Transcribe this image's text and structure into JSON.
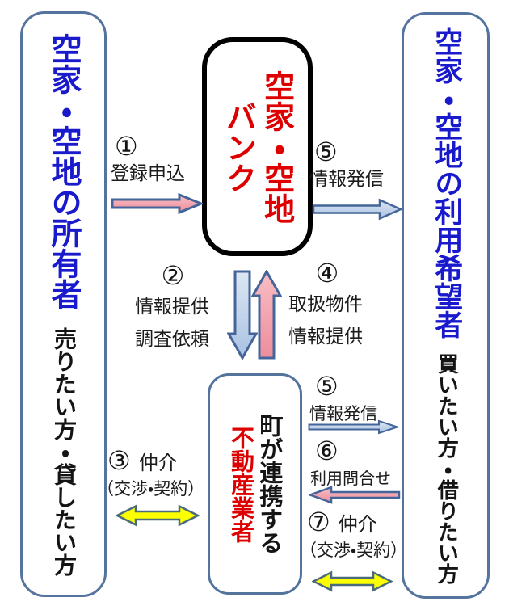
{
  "boxes": {
    "owner": {
      "title": "空家・空地の所有者",
      "subtitle": "売りたい方・貸したい方"
    },
    "bank": {
      "line1": "空家・空地",
      "line2": "バンク"
    },
    "seeker": {
      "title": "空家・空地の利用希望者",
      "subtitle": "買いたい方・借りたい方"
    },
    "realtor": {
      "line1": "町が連携する",
      "line2": "不動産業者"
    }
  },
  "flows": [
    {
      "num": "①",
      "label": "登録申込",
      "arrow": "right",
      "fill": "pink"
    },
    {
      "num": "②",
      "label": "情報提供",
      "label2": "調査依頼",
      "arrow": "down",
      "fill": "blue"
    },
    {
      "num": "③",
      "label": "仲介",
      "sublabel": "（交渉・契約）",
      "arrow": "double",
      "fill": "yellow"
    },
    {
      "num": "④",
      "label": "取扱物件",
      "label2": "情報提供",
      "arrow": "up",
      "fill": "pink"
    },
    {
      "num": "⑤",
      "label": "情報発信",
      "arrow": "right",
      "fill": "blue"
    },
    {
      "num": "⑤",
      "label": "情報発信",
      "arrow": "right",
      "fill": "blue"
    },
    {
      "num": "⑥",
      "label": "利用問合せ",
      "arrow": "left",
      "fill": "pink"
    },
    {
      "num": "⑦",
      "label": "仲介",
      "sublabel": "（交渉・契約）",
      "arrow": "double",
      "fill": "yellow"
    }
  ],
  "colors": {
    "blue_text": "#1a1acd",
    "red_text": "#de0000",
    "black_text": "#141414",
    "box_border": "#54749e",
    "bank_border": "#000000",
    "arrow_outline": "#44659a",
    "arrow_blue_fill": "#b9cde8",
    "arrow_pink_fill": "#f2a2ae",
    "arrow_yellow_fill": "#fbff00",
    "yellow_arrow_outline": "#4a6b7e"
  }
}
